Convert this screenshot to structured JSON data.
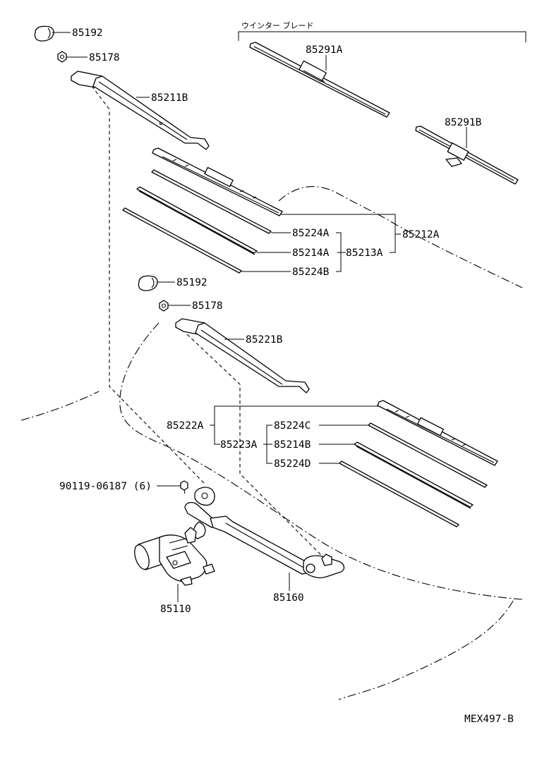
{
  "header": {
    "section_label": "ウインター ブレード"
  },
  "labels": {
    "cap_upper": "85192",
    "nut_upper": "85178",
    "arm_right": "85211B",
    "blade_winter_a": "85291A",
    "blade_winter_b": "85291B",
    "blade_assy_right": "85212A",
    "rubber_group_right": "85213A",
    "backing_a": "85224A",
    "rubber_a": "85214A",
    "backing_b": "85224B",
    "cap_lower": "85192",
    "nut_lower": "85178",
    "arm_left": "85221B",
    "blade_assy_left": "85222A",
    "rubber_group_left": "85223A",
    "backing_c": "85224C",
    "rubber_b": "85214B",
    "backing_d": "85224D",
    "bolt": "90119-06187 (6)",
    "motor": "85110",
    "link": "85160",
    "diagram_code": "MEX497-B"
  },
  "icons": {
    "cap": "pivot-cap-icon",
    "nut": "flange-nut-icon",
    "bolt": "bolt-icon"
  }
}
